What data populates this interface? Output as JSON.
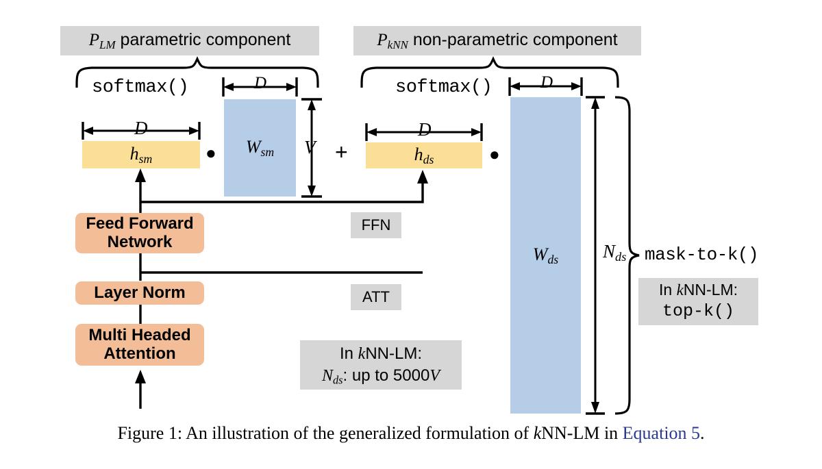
{
  "figure": {
    "headers": {
      "left": {
        "symbol": "P",
        "subscript": "LM",
        "text": " parametric component"
      },
      "right": {
        "symbol": "P",
        "subscript": "kNN",
        "text": " non-parametric component"
      }
    },
    "left_component": {
      "softmax_label": "softmax()",
      "hidden_vector": {
        "symbol": "h",
        "subscript": "sm"
      },
      "hidden_width_label": "D",
      "weight_matrix": {
        "symbol": "W",
        "subscript": "sm"
      },
      "weight_width_label": "D",
      "weight_height_label": "V",
      "dot_operator": "●"
    },
    "plus_operator": "+",
    "right_component": {
      "softmax_label": "softmax()",
      "hidden_vector": {
        "symbol": "h",
        "subscript": "ds"
      },
      "hidden_width_label": "D",
      "weight_matrix": {
        "symbol": "W",
        "subscript": "ds"
      },
      "weight_width_label": "D",
      "weight_height_label": {
        "symbol": "N",
        "subscript": "ds"
      },
      "dot_operator": "●",
      "brace_label": "mask-to-k()",
      "brace_note": {
        "line1_prefix": "In ",
        "line1_k": "k",
        "line1_suffix": "NN-LM:",
        "line2": "top-k()"
      }
    },
    "transformer_stack": [
      {
        "label_line1": "Feed Forward",
        "label_line2": "Network"
      },
      {
        "label_line1": "Layer Norm",
        "label_line2": ""
      },
      {
        "label_line1": "Multi Headed",
        "label_line2": "Attention"
      }
    ],
    "tags": {
      "ffn": "FFN",
      "att": "ATT"
    },
    "nds_note": {
      "line1_prefix": "In ",
      "line1_k": "k",
      "line1_suffix": "NN-LM:",
      "line2_symbol": "N",
      "line2_sub": "ds",
      "line2_text": ": up to 5000",
      "line2_V": "V"
    },
    "caption": {
      "prefix": "Figure 1: An illustration of the generalized formulation of ",
      "k_italic": "k",
      "middle": "NN-LM in ",
      "link": "Equation 5",
      "suffix": "."
    },
    "colors": {
      "orange_block": "#f2bd97",
      "yellow_block": "#fbdf96",
      "blue_block": "#b6cde8",
      "grey_label": "#d6d6d6",
      "link": "#2a3b8f",
      "stroke": "#000000"
    }
  }
}
